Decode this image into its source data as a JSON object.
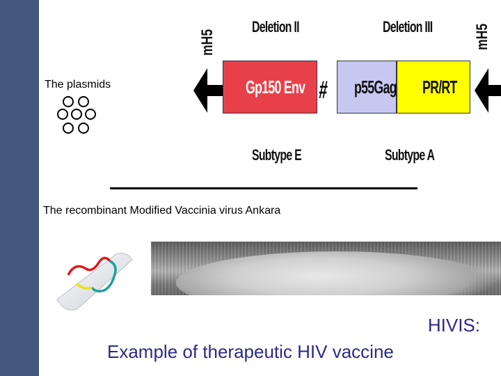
{
  "plasmids": {
    "label": "The plasmids"
  },
  "construct": {
    "mh5_left": "mH5",
    "mh5_right": "mH5",
    "deletion_ii": "Deletion II",
    "deletion_iii": "Deletion III",
    "gp150": "Gp150 Env",
    "p55": "p55Gag",
    "prrt": "PR/RT",
    "hash": "#",
    "subtype_e": "Subtype E",
    "subtype_a": "Subtype A",
    "colors": {
      "gp150": "#e8404a",
      "p55": "#c7c7f2",
      "prrt": "#ffff00"
    }
  },
  "recombinant": {
    "label": "The recombinant Modified Vaccinia virus Ankara"
  },
  "title": {
    "line1": "HIVIS:",
    "line2": "Example of therapeutic HIV vaccine"
  }
}
